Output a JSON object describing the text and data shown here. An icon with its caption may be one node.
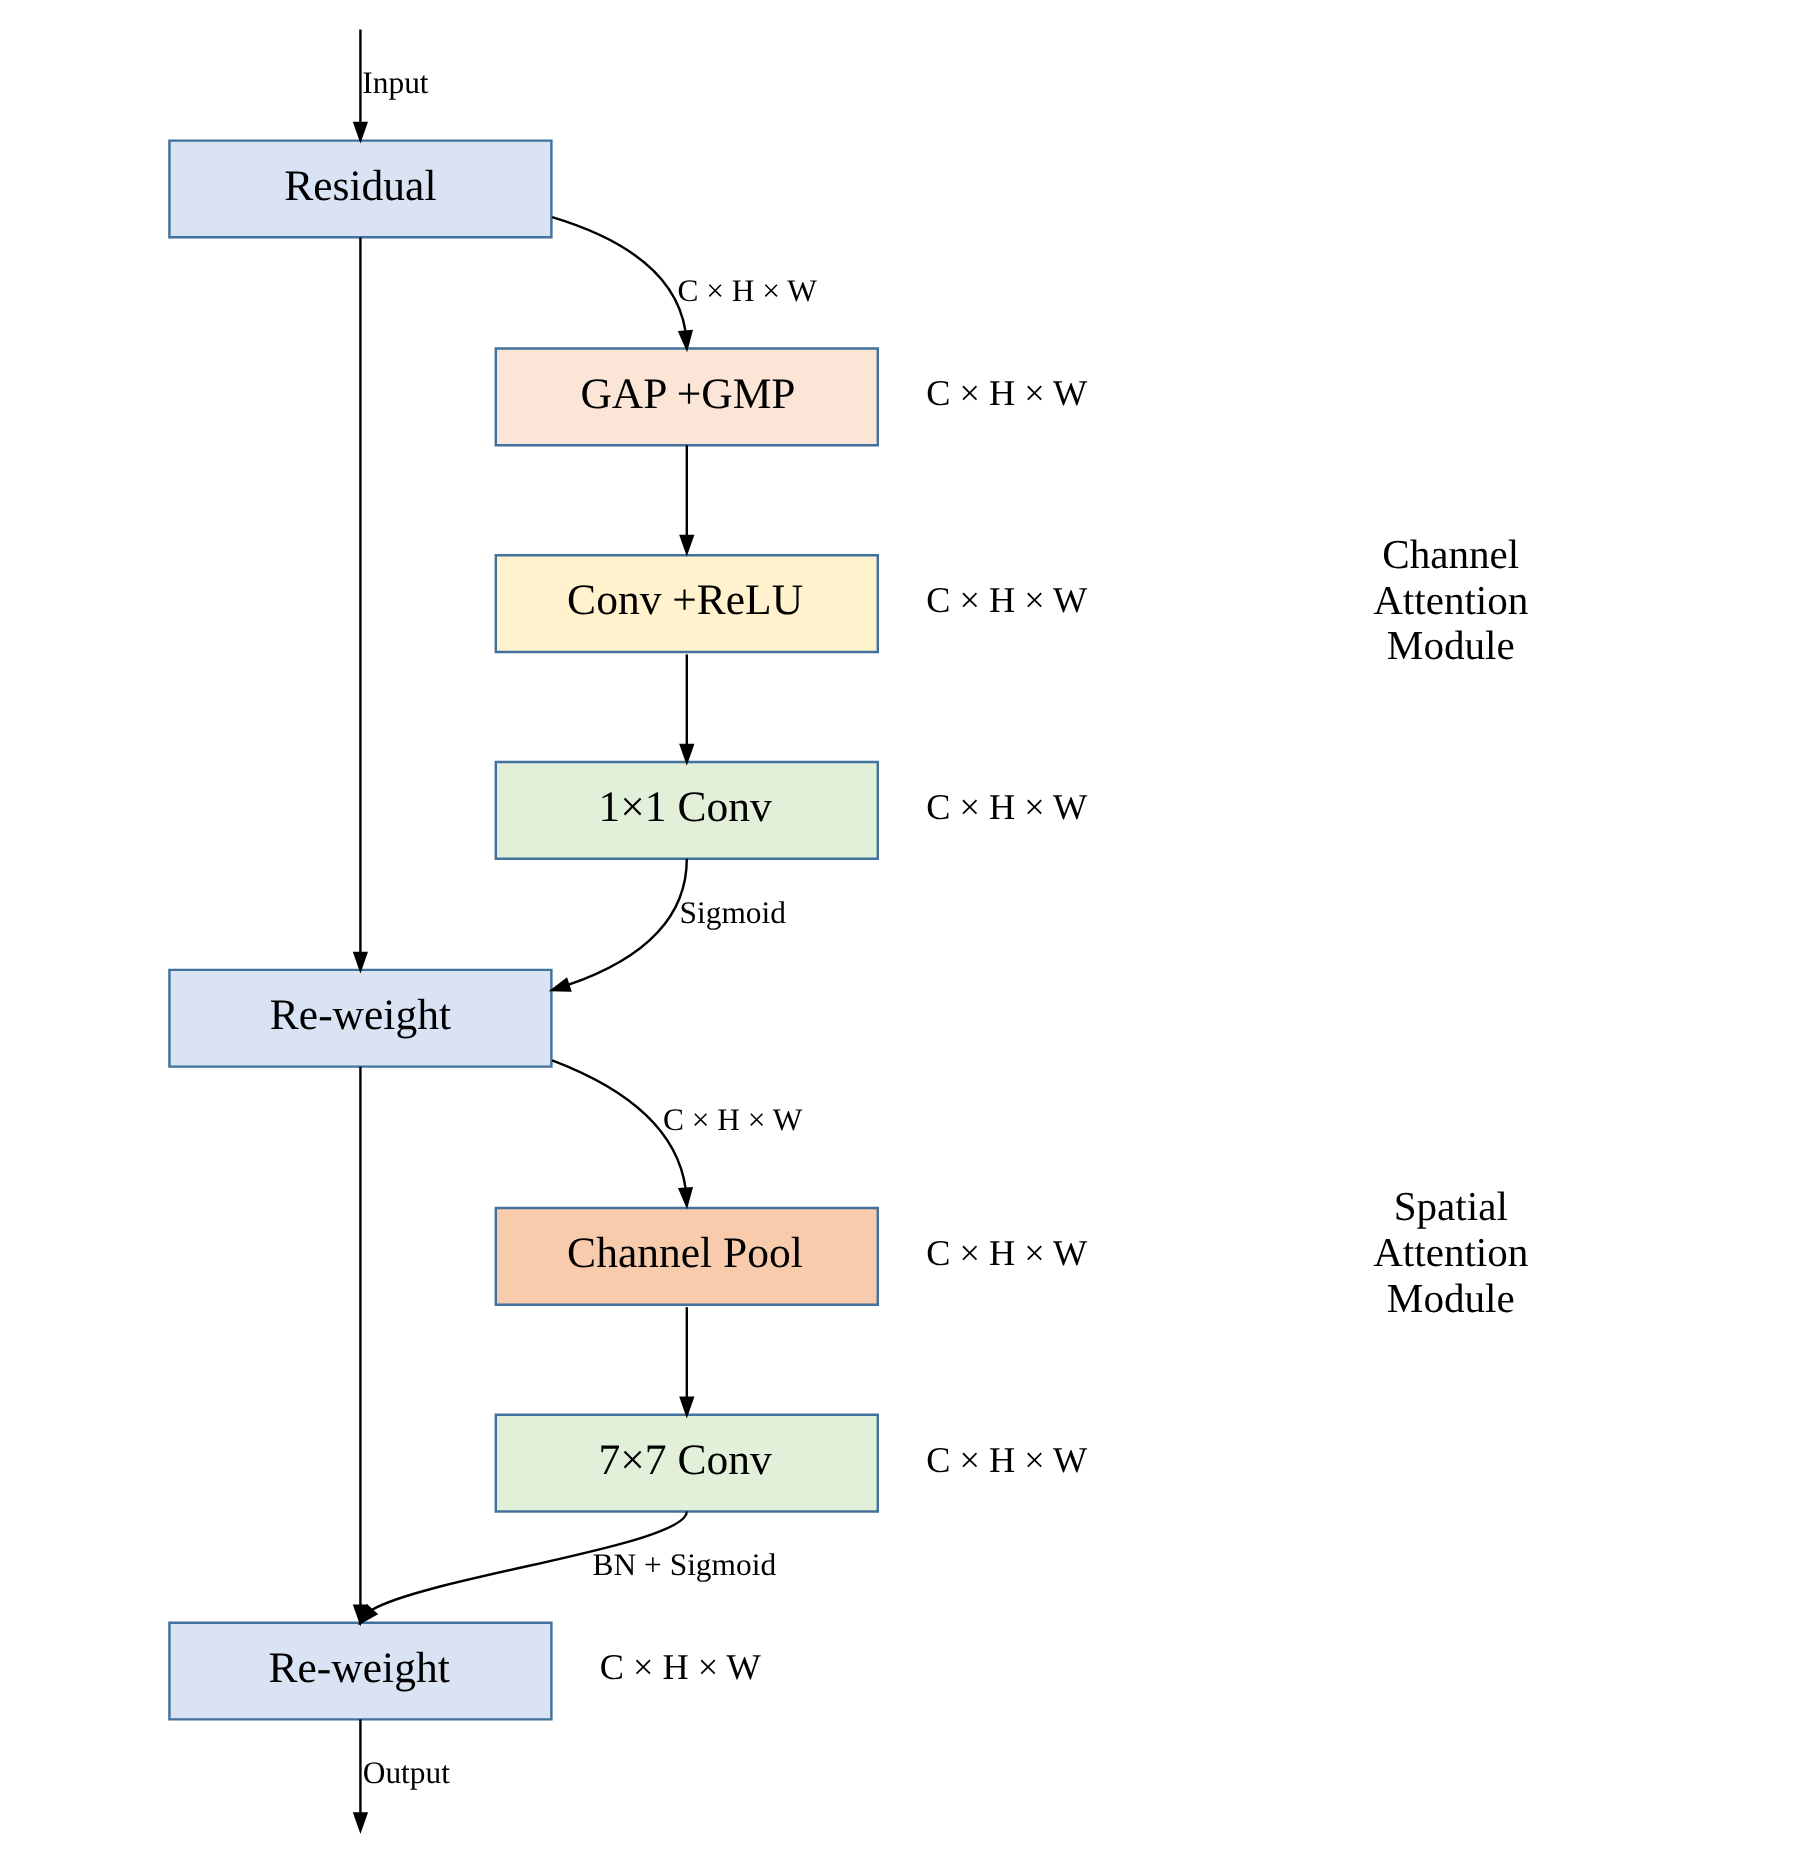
{
  "diagram": {
    "nodes": [
      {
        "text": [
          "Residual"
        ]
      },
      {
        "text": [
          "GAP +GMP"
        ],
        "beside": [
          "C × H × W"
        ]
      },
      {
        "text": [
          "Conv +ReLU"
        ],
        "beside": [
          "C × H × W"
        ]
      },
      {
        "text": [
          "1×1 Conv"
        ],
        "beside": [
          "C × H × W"
        ]
      },
      {
        "text": [
          "Re-weight"
        ]
      },
      {
        "text": [
          "Channel Pool"
        ],
        "beside": [
          "C × H × W"
        ]
      },
      {
        "text": [
          "7×7 Conv"
        ],
        "beside": [
          "C × H × W"
        ]
      },
      {
        "text": [
          "Re-weight"
        ],
        "beside": [
          "C × H × W"
        ]
      }
    ],
    "edges": [
      {
        "from": null,
        "to": 0,
        "arrow": "to",
        "label": "Input"
      },
      {
        "from": 0,
        "to": 1,
        "arrow": "to",
        "label": "C × H × W"
      },
      {
        "from": 1,
        "to": 2,
        "arrow": "to"
      },
      {
        "from": 2,
        "to": 3,
        "arrow": "to"
      },
      {
        "from": 3,
        "to": 4,
        "arrow": "to",
        "label": "Sigmoid"
      },
      {
        "from": 0,
        "to": 4,
        "arrow": "to"
      },
      {
        "from": 4,
        "to": 5,
        "arrow": "to",
        "label": "C × H × W"
      },
      {
        "from": 5,
        "to": 6,
        "arrow": "to"
      },
      {
        "from": 6,
        "to": 7,
        "arrow": "to",
        "label": "BN + Sigmoid"
      },
      {
        "from": 4,
        "to": 7,
        "arrow": "to"
      },
      {
        "from": 7,
        "to": null,
        "arrow": "to",
        "label": "Output"
      }
    ],
    "labels": [
      "Channel Attention Module",
      "Spatial Attention Module"
    ]
  }
}
